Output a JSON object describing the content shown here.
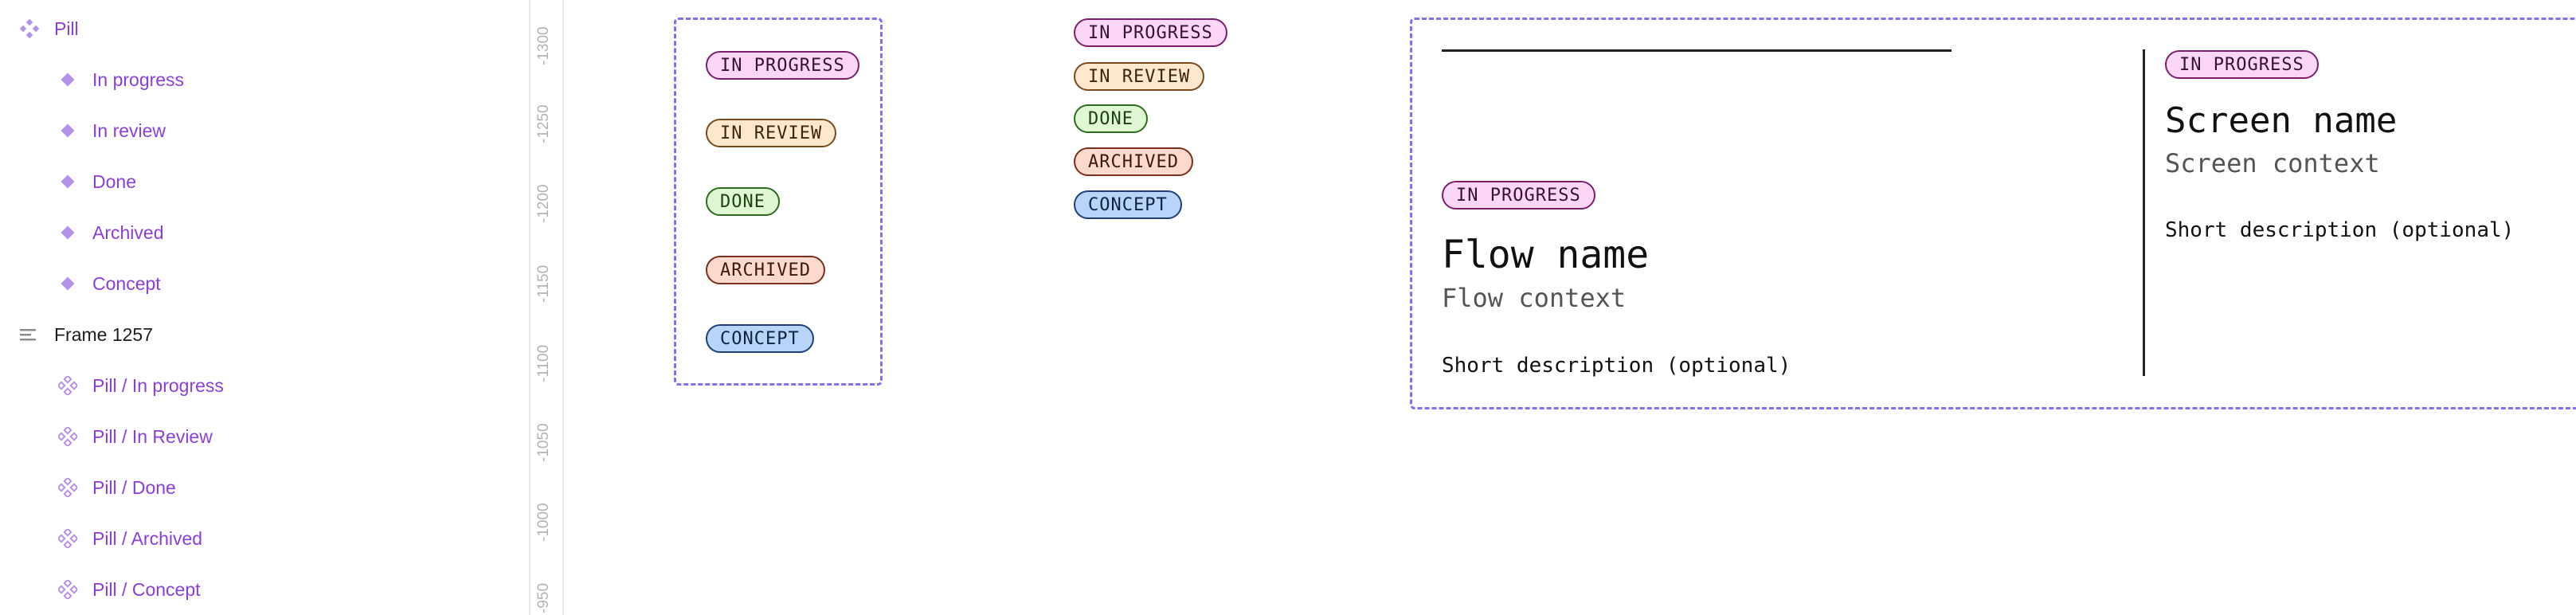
{
  "layers": {
    "items": [
      {
        "label": "Pill",
        "icon": "component-set-icon",
        "color": "#8a3fdc"
      },
      {
        "label": "In progress",
        "icon": "variant-diamond-icon",
        "color": "#8a3fdc"
      },
      {
        "label": "In review",
        "icon": "variant-diamond-icon",
        "color": "#8a3fdc"
      },
      {
        "label": "Done",
        "icon": "variant-diamond-icon",
        "color": "#8a3fdc"
      },
      {
        "label": "Archived",
        "icon": "variant-diamond-icon",
        "color": "#8a3fdc"
      },
      {
        "label": "Concept",
        "icon": "variant-diamond-icon",
        "color": "#8a3fdc"
      },
      {
        "label": "Frame 1257",
        "icon": "frame-lines-icon",
        "color": "#1e1e1e"
      },
      {
        "label": "Pill / In progress",
        "icon": "instance-icon",
        "color": "#8a3fdc"
      },
      {
        "label": "Pill / In Review",
        "icon": "instance-icon",
        "color": "#8a3fdc"
      },
      {
        "label": "Pill / Done",
        "icon": "instance-icon",
        "color": "#8a3fdc"
      },
      {
        "label": "Pill / Archived",
        "icon": "instance-icon",
        "color": "#8a3fdc"
      },
      {
        "label": "Pill / Concept",
        "icon": "instance-icon",
        "color": "#8a3fdc"
      }
    ]
  },
  "ruler": {
    "ticks": [
      "-1300",
      "-1250",
      "-1200",
      "-1150",
      "-1100",
      "-1050",
      "-1000",
      "-950"
    ]
  },
  "pills": {
    "in_progress": "IN PROGRESS",
    "in_review": "IN REVIEW",
    "done": "DONE",
    "archived": "ARCHIVED",
    "concept": "CONCEPT"
  },
  "flow_card": {
    "status": "IN PROGRESS",
    "title": "Flow name",
    "context": "Flow context",
    "description": "Short description (optional)"
  },
  "screen_card": {
    "status": "IN PROGRESS",
    "title": "Screen name",
    "context": "Screen context",
    "description": "Short description (optional)"
  },
  "colors": {
    "accent": "#8a3fdc",
    "frame_dash": "#8a6cf0",
    "in_progress": "#fbd7f5",
    "in_review": "#fde7cf",
    "done": "#dff7d2",
    "archived": "#fbd9cd",
    "concept": "#b8d4f8"
  }
}
